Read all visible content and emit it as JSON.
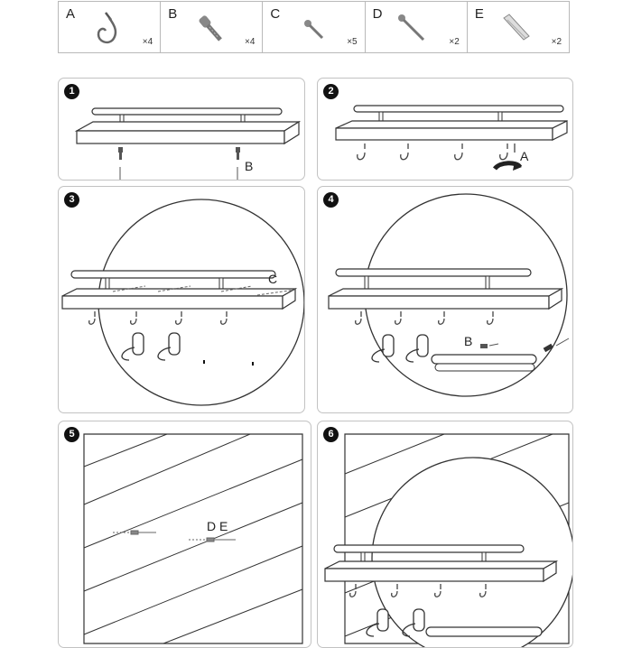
{
  "parts": [
    {
      "letter": "A",
      "qty": "×4",
      "icon": "cup-hook-icon"
    },
    {
      "letter": "B",
      "qty": "×4",
      "icon": "machine-screw-icon"
    },
    {
      "letter": "C",
      "qty": "×5",
      "icon": "wood-screw-icon"
    },
    {
      "letter": "D",
      "qty": "×2",
      "icon": "long-screw-icon"
    },
    {
      "letter": "E",
      "qty": "×2",
      "icon": "wall-anchor-icon"
    }
  ],
  "steps": [
    {
      "number": "1",
      "labels": [
        "B"
      ]
    },
    {
      "number": "2",
      "labels": [
        "A"
      ]
    },
    {
      "number": "3",
      "labels": [
        "C"
      ]
    },
    {
      "number": "4",
      "labels": [
        "B"
      ]
    },
    {
      "number": "5",
      "labels": [
        "D E"
      ]
    },
    {
      "number": "6",
      "labels": []
    }
  ]
}
